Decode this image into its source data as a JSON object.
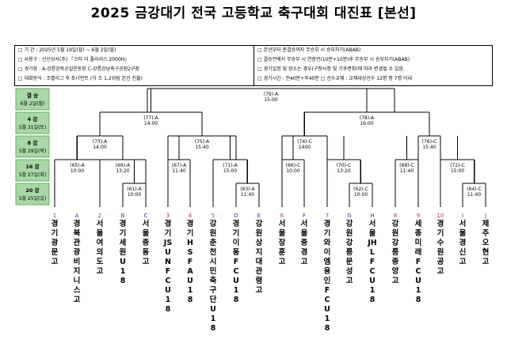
{
  "title": "2025 금강대기 전국 고등학교 축구대회 대진표 [본선]",
  "info_left": [
    "□ 기 간 : 2025년 5월 19일(월) ~ 6월 2일(월)",
    "□ 사용구 : 신신상사(주) 『스타 더 폴라리스 2000H』",
    "□ 경기장 : A-강릉강북공설운동장            C-강릉강남축구공원2구장",
    "□ 대회방식 : 조별리그 후 토너먼트 (각 조 1,2위팀 본선 진출)"
  ],
  "info_right": [
    "□ 본선부터 준결승까지 무승부 시 승부차기(ABAB)",
    "□ 결승전에서 무승부 시 연장전(10분+10분)후 무승부 시 승부차기(ABAB)",
    "□ 경기일정 및 장소는 경우(구장사정 및 기후변화)에 따라 변경될 수 있음.",
    "□ 경기시간 : 전40분+후40분          □ 선수교체 : 교체대상선수 12명 중 7명 이내"
  ],
  "rounds": [
    {
      "label": "결 승",
      "date": "6월 2일(월)"
    },
    {
      "label": "4 강",
      "date": "5월 31일(토)"
    },
    {
      "label": "8 강",
      "date": "5월 29일(목)"
    },
    {
      "label": "16 강",
      "date": "5월 27일(화)"
    },
    {
      "label": "20 강",
      "date": "5월 25일(일)"
    }
  ],
  "matches": [
    {
      "label": "(79)-A",
      "time": "15:00"
    },
    {
      "label": "(77)-A",
      "time": "14:00"
    },
    {
      "label": "(78)-A",
      "time": "16:00"
    },
    {
      "label": "(73)-A",
      "time": "14:00"
    },
    {
      "label": "(75)-A",
      "time": "15:40"
    },
    {
      "label": "(74)-C",
      "time": "1400"
    },
    {
      "label": "(76)-C",
      "time": "15:40"
    },
    {
      "label": "(65)-A",
      "time": "10:00"
    },
    {
      "label": "(69)-A",
      "time": "13:20"
    },
    {
      "label": "(67)-A",
      "time": "11:40"
    },
    {
      "label": "(71)-A",
      "time": "15:00"
    },
    {
      "label": "(66)-C",
      "time": "10:00"
    },
    {
      "label": "(70)-C",
      "time": "13:20"
    },
    {
      "label": "(68)-C",
      "time": "11:40"
    },
    {
      "label": "(72)-C",
      "time": "15:00"
    },
    {
      "label": "(61)-A",
      "time": "10:00"
    },
    {
      "label": "(63)-A",
      "time": "11:40"
    },
    {
      "label": "(62)-C",
      "time": "10:00"
    },
    {
      "label": "(64)-C",
      "time": "11:40"
    }
  ],
  "teams": [
    {
      "code": "1",
      "name": "경기광문고"
    },
    {
      "code": "A",
      "name": "경북관광비지니스고"
    },
    {
      "code": "2",
      "name": "서울여의도고"
    },
    {
      "code": "B",
      "name": "경기세원U18"
    },
    {
      "code": "C",
      "name": "서울중동고"
    },
    {
      "code": "3",
      "name": "경기JSUNFCU18"
    },
    {
      "code": "4",
      "name": "경기HSFAU18"
    },
    {
      "code": "5",
      "name": "강원춘천시민축구단U18"
    },
    {
      "code": "D",
      "name": "경기이동FCU18"
    },
    {
      "code": "E",
      "name": "강원상지대관령고"
    },
    {
      "code": "6",
      "name": "서울장훈고"
    },
    {
      "code": "F",
      "name": "서울중경고"
    },
    {
      "code": "7",
      "name": "경기와이엠용인FCU18"
    },
    {
      "code": "G",
      "name": "강원강릉문성고"
    },
    {
      "code": "H",
      "name": "서울JHLFCU18"
    },
    {
      "code": "8",
      "name": "강원강릉중앙고"
    },
    {
      "code": "9",
      "name": "세종미래FCU18"
    },
    {
      "code": "10",
      "name": "경기수원공고"
    },
    {
      "code": "I",
      "name": "서울경신고"
    },
    {
      "code": "J",
      "name": "제주오현고"
    }
  ],
  "colors": {
    "round_box_fill": "#a8d8a8",
    "round_box_border": "#6aa86a",
    "team_code_number": "#c0392b",
    "team_code_letter": "#1f3fa0",
    "line": "#000000"
  }
}
